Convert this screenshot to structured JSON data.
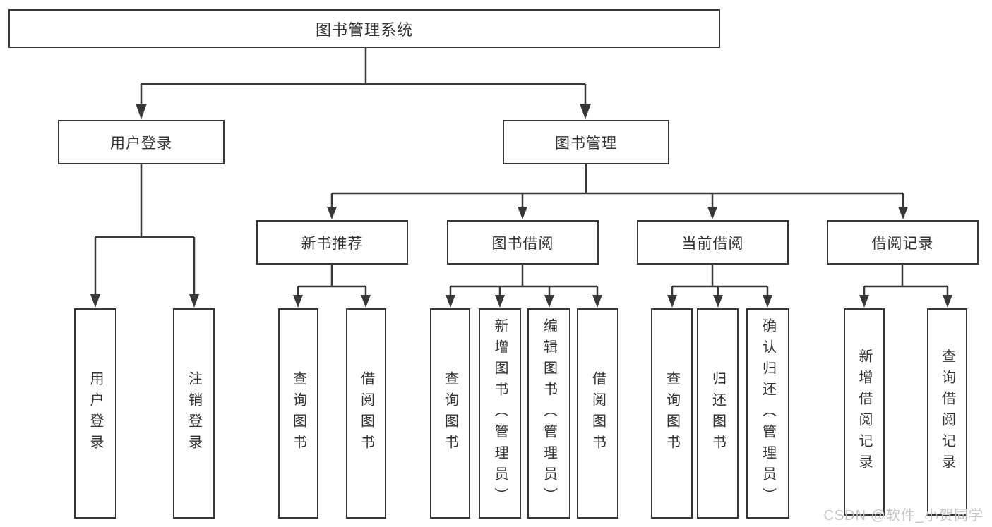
{
  "tree": {
    "root": {
      "label": "图书管理系统"
    },
    "branches": [
      {
        "label": "用户登录",
        "leaves": [
          {
            "label": "用户登录"
          },
          {
            "label": "注销登录"
          }
        ]
      },
      {
        "label": "图书管理",
        "sections": [
          {
            "label": "新书推荐",
            "leaves": [
              {
                "label": "查询图书"
              },
              {
                "label": "借阅图书"
              }
            ]
          },
          {
            "label": "图书借阅",
            "leaves": [
              {
                "label": "查询图书"
              },
              {
                "label": "新增图书（管理员）"
              },
              {
                "label": "编辑图书（管理员）"
              },
              {
                "label": "借阅图书"
              }
            ]
          },
          {
            "label": "当前借阅",
            "leaves": [
              {
                "label": "查询图书"
              },
              {
                "label": "归还图书"
              },
              {
                "label": "确认归还（管理员）"
              }
            ]
          },
          {
            "label": "借阅记录",
            "leaves": [
              {
                "label": "新增借阅记录"
              },
              {
                "label": "查询借阅记录"
              }
            ]
          }
        ]
      }
    ]
  },
  "watermark": {
    "text": "CSDN @软件_小贺同学"
  },
  "colors": {
    "line": "#373737",
    "text": "#333333",
    "watermark": "#c3c3c3",
    "background": "#ffffff"
  }
}
